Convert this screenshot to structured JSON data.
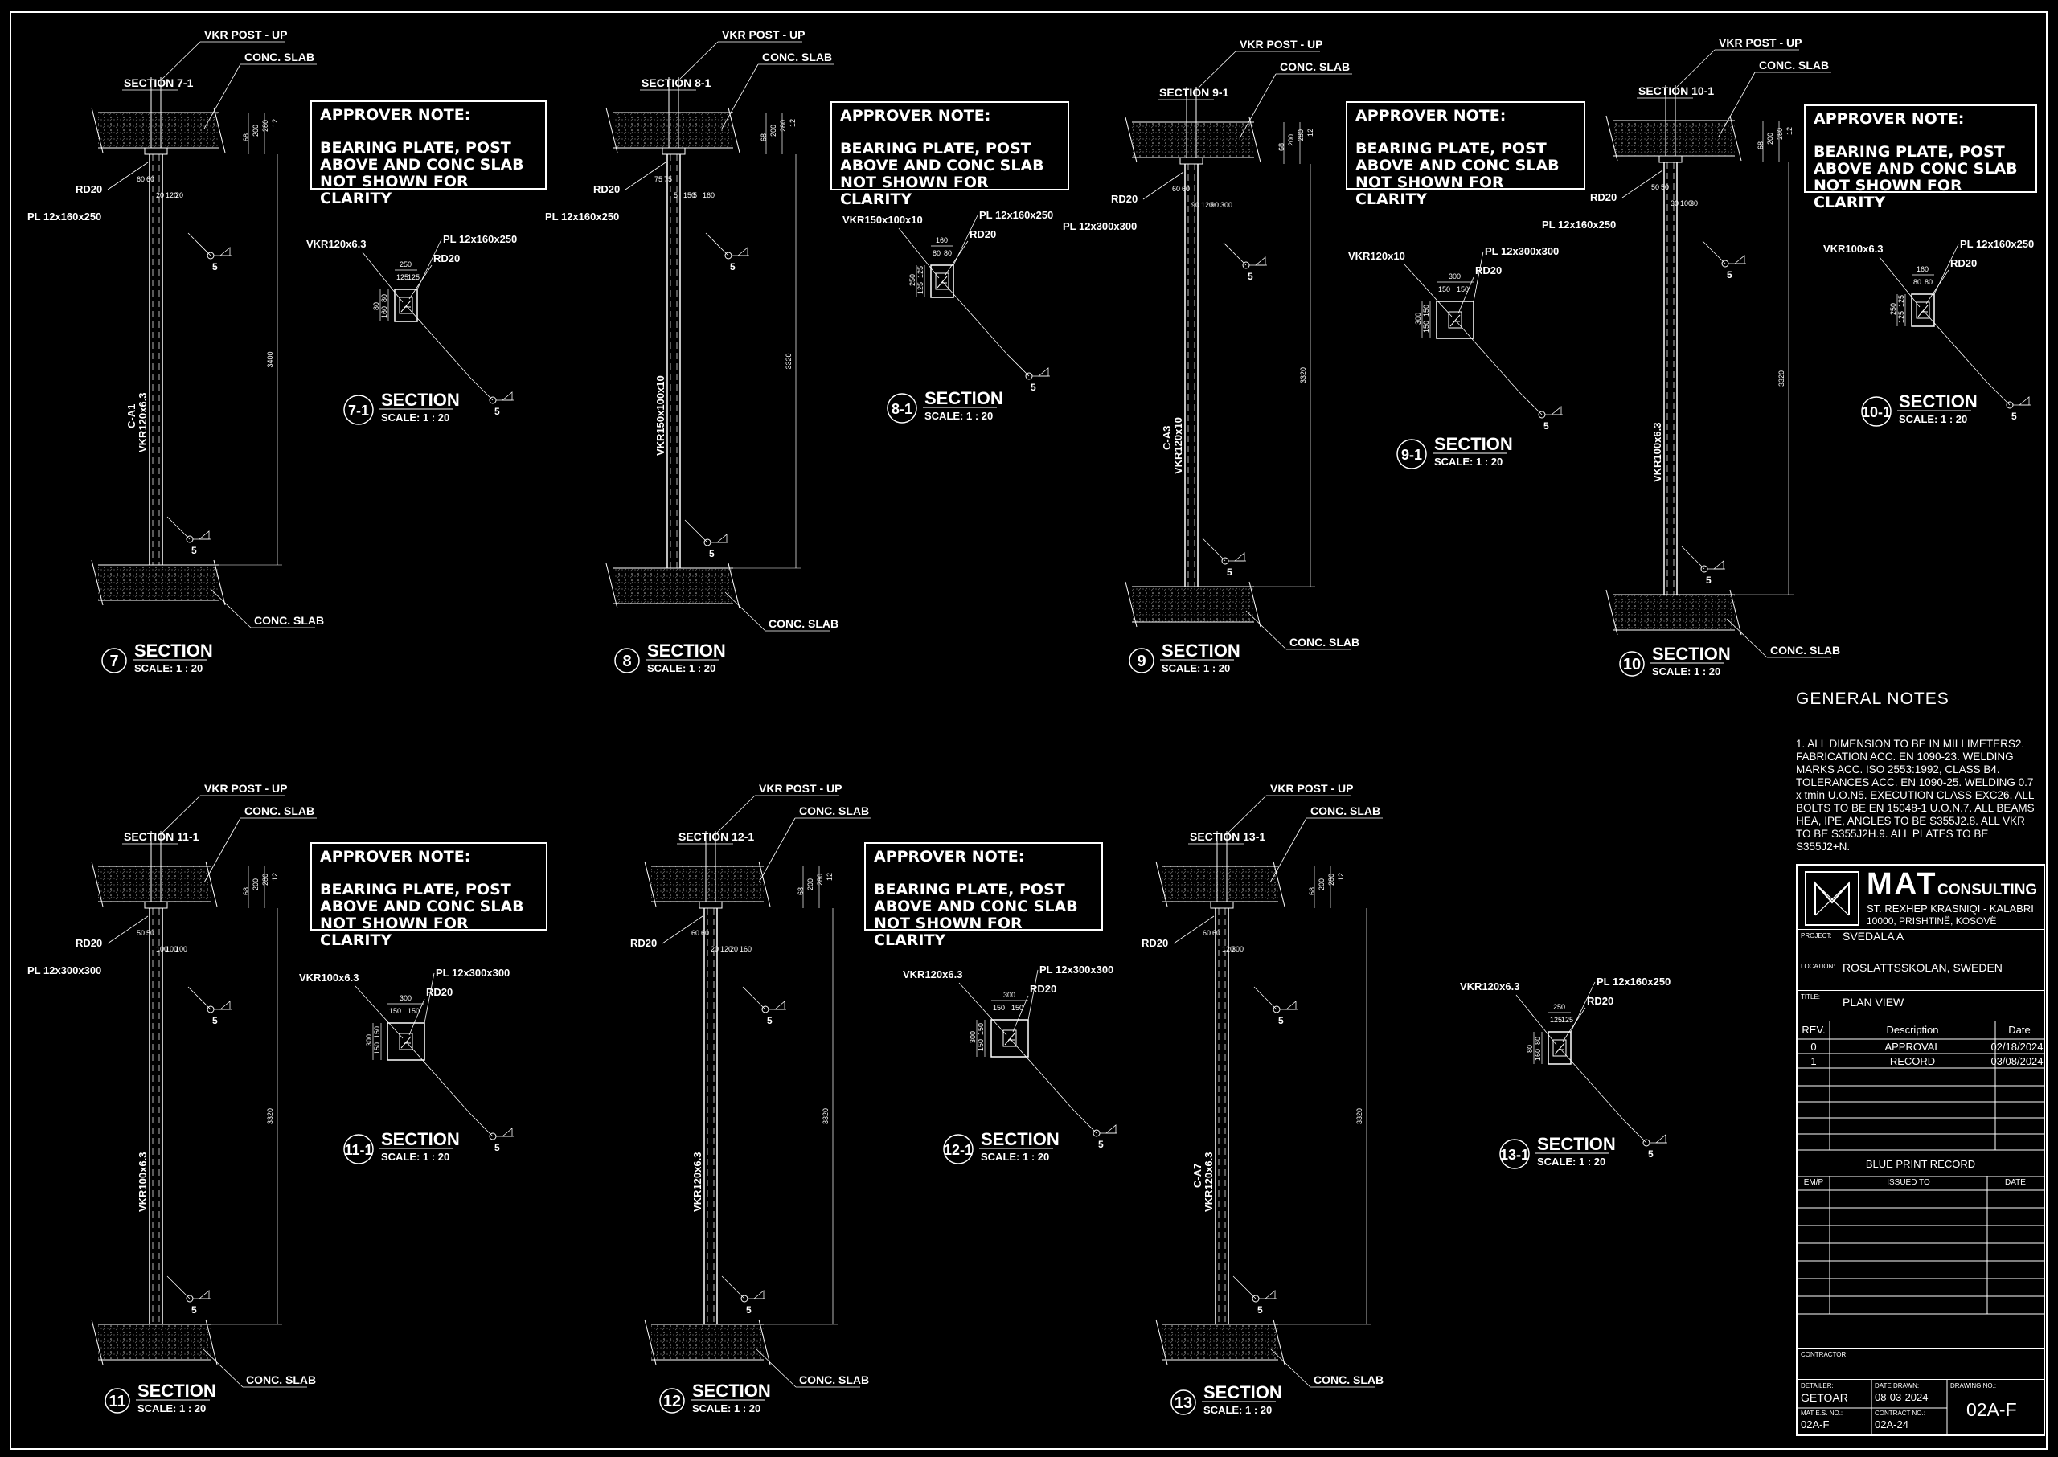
{
  "labels": {
    "vkr_post_up": "VKR POST - UP",
    "conc_slab": "CONC. SLAB",
    "rd20": "RD20",
    "section": "SECTION",
    "scale": "SCALE:  1 : 20",
    "five": "5"
  },
  "note": {
    "heading": "APPROVER NOTE:",
    "body": "BEARING PLATE, POST ABOVE AND CONC SLAB NOT SHOWN FOR CLARITY"
  },
  "elevations": [
    {
      "id": "7",
      "sec_ref": "SECTION 7-1",
      "plate": "PL 12x160x250",
      "post": "VKR120x6.3",
      "tag": "C-A1",
      "height": "3400",
      "dims": [
        "60",
        "60",
        "20",
        "120",
        "20"
      ]
    },
    {
      "id": "8",
      "sec_ref": "SECTION 8-1",
      "plate": "PL 12x160x250",
      "post": "VKR150x100x10",
      "tag": "",
      "height": "3320",
      "dims": [
        "75",
        "75",
        "5",
        "150",
        "5",
        "160"
      ]
    },
    {
      "id": "9",
      "sec_ref": "SECTION 9-1",
      "plate": "PL 12x300x300",
      "post": "VKR120x10",
      "tag": "C-A3",
      "height": "3320",
      "dims": [
        "60",
        "60",
        "90",
        "120",
        "90",
        "300"
      ]
    },
    {
      "id": "10",
      "sec_ref": "SECTION 10-1",
      "plate": "PL 12x160x250",
      "post": "VKR100x6.3",
      "tag": "",
      "height": "3320",
      "dims": [
        "50",
        "50",
        "30",
        "100",
        "30"
      ]
    },
    {
      "id": "11",
      "sec_ref": "SECTION 11-1",
      "plate": "PL 12x300x300",
      "post": "VKR100x6.3",
      "tag": "",
      "height": "3320",
      "dims": [
        "50",
        "50",
        "100",
        "100",
        "100"
      ]
    },
    {
      "id": "12",
      "sec_ref": "SECTION 12-1",
      "plate": "",
      "post": "VKR120x6.3",
      "tag": "",
      "height": "3320",
      "dims": [
        "60",
        "60",
        "20",
        "120",
        "20",
        "160"
      ]
    },
    {
      "id": "13",
      "sec_ref": "SECTION 13-1",
      "plate": "",
      "post": "VKR120x6.3",
      "tag": "C-A7",
      "height": "3320",
      "dims": [
        "60",
        "60",
        "120",
        "300"
      ]
    }
  ],
  "slab_dims": [
    "68",
    "200",
    "280",
    "12"
  ],
  "details": [
    {
      "id": "7-1",
      "post": "VKR120x6.3",
      "plate": "PL 12x160x250",
      "dims": [
        "250",
        "125",
        "125",
        "80",
        "80",
        "160"
      ]
    },
    {
      "id": "8-1",
      "post": "VKR150x100x10",
      "plate": "PL 12x160x250",
      "dims": [
        "160",
        "80",
        "80",
        "250",
        "125",
        "125"
      ]
    },
    {
      "id": "9-1",
      "post": "VKR120x10",
      "plate": "PL 12x300x300",
      "dims": [
        "300",
        "150",
        "150",
        "300",
        "150",
        "150"
      ]
    },
    {
      "id": "10-1",
      "post": "VKR100x6.3",
      "plate": "PL 12x160x250",
      "dims": [
        "160",
        "80",
        "80",
        "250",
        "125",
        "125"
      ]
    },
    {
      "id": "11-1",
      "post": "VKR100x6.3",
      "plate": "PL 12x300x300",
      "dims": [
        "300",
        "150",
        "150",
        "300",
        "150",
        "150"
      ]
    },
    {
      "id": "12-1",
      "post": "VKR120x6.3",
      "plate": "PL 12x300x300",
      "dims": [
        "300",
        "150",
        "150",
        "300",
        "150",
        "150"
      ]
    },
    {
      "id": "13-1",
      "post": "VKR120x6.3",
      "plate": "PL 12x160x250",
      "dims": [
        "250",
        "125",
        "125",
        "80",
        "80",
        "160"
      ]
    }
  ],
  "general_notes": {
    "title": "GENERAL  NOTES",
    "body": "1. ALL DIMENSION TO BE IN MILLIMETERS2. FABRICATION ACC. EN 1090-23. WELDING MARKS ACC. ISO 2553:1992, CLASS B4. TOLERANCES ACC. EN 1090-25. WELDING 0.7 x tmin U.O.N5. EXECUTION CLASS EXC26. ALL BOLTS TO BE EN 15048-1 U.O.N.7. ALL BEAMS HEA, IPE, ANGLES TO BE S355J2.8. ALL VKR TO BE S355J2H.9. ALL PLATES TO BE S355J2+N."
  },
  "title_block": {
    "company_main": "MAT",
    "company_sub": "CONSULTING",
    "address1": "ST. REXHEP KRASNIQI - KALABRI",
    "address2": "10000, PRISHTINË, KOSOVË",
    "project_label": "PROJECT:",
    "project": "SVEDALA A",
    "location_label": "LOCATION:",
    "location": "ROSLATTSSKOLAN, SWEDEN",
    "title_label": "TITLE:",
    "title": "PLAN VIEW",
    "rev_headers": [
      "REV.",
      "Description",
      "Date"
    ],
    "revisions": [
      {
        "rev": "0",
        "desc": "APPROVAL",
        "date": "02/18/2024"
      },
      {
        "rev": "1",
        "desc": "RECORD",
        "date": "03/08/2024"
      }
    ],
    "blueprint_title": "BLUE PRINT RECORD",
    "bp_headers": [
      "EM/P",
      "ISSUED TO",
      "DATE"
    ],
    "contractor_label": "CONTRACTOR:",
    "detailer_label": "DETAILER:",
    "detailer": "GETOAR",
    "date_drawn_label": "DATE DRAWN:",
    "date_drawn": "08-03-2024",
    "drawing_no_label": "DRAWING NO.:",
    "drawing_no": "02A-F",
    "mat_es_label": "MAT E.S. NO.:",
    "mat_es": "02A-F",
    "contract_label": "CONTRACT NO.:",
    "contract": "02A-24"
  }
}
